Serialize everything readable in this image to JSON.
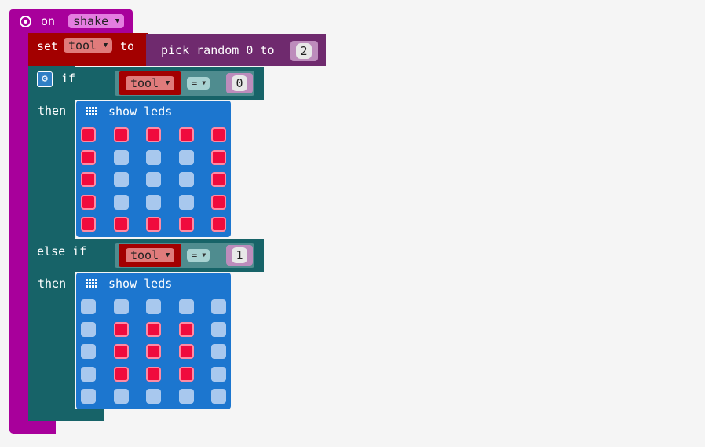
{
  "event_block": {
    "label": "on",
    "event": "shake"
  },
  "set_block": {
    "label_set": "set",
    "variable": "tool",
    "label_to": "to"
  },
  "pick_random": {
    "label": "pick random 0 to",
    "max": "2"
  },
  "if_block": {
    "if_label": "if",
    "then_label": "then",
    "else_if_label": "else if",
    "conditions": [
      {
        "variable": "tool",
        "operator": "=",
        "value": "0"
      },
      {
        "variable": "tool",
        "operator": "=",
        "value": "1"
      }
    ]
  },
  "show_leds": [
    {
      "label": "show leds",
      "grid": [
        [
          1,
          1,
          1,
          1,
          1
        ],
        [
          1,
          0,
          0,
          0,
          1
        ],
        [
          1,
          0,
          0,
          0,
          1
        ],
        [
          1,
          0,
          0,
          0,
          1
        ],
        [
          1,
          1,
          1,
          1,
          1
        ]
      ]
    },
    {
      "label": "show leds",
      "grid": [
        [
          0,
          0,
          0,
          0,
          0
        ],
        [
          0,
          1,
          1,
          1,
          0
        ],
        [
          0,
          1,
          1,
          1,
          0
        ],
        [
          0,
          1,
          1,
          1,
          0
        ],
        [
          0,
          0,
          0,
          0,
          0
        ]
      ]
    }
  ],
  "colors": {
    "event": "#a8009b",
    "variables": "#a30000",
    "math": "#6f2a6e",
    "logic": "#176368",
    "basic": "#1c76cf",
    "led_on": "#f00b3d",
    "led_off": "#a8c8ee"
  }
}
